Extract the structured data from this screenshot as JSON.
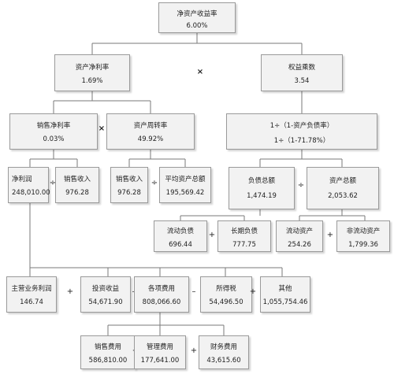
{
  "nodes": {
    "roe": {
      "label": "净资产收益率",
      "value": "6.00%"
    },
    "roa": {
      "label": "资产净利率",
      "value": "1.69%"
    },
    "em": {
      "label": "权益乘数",
      "value": "3.54"
    },
    "npm": {
      "label": "销售净利率",
      "value": "0.03%"
    },
    "tat": {
      "label": "资产周转率",
      "value": "49.92%"
    },
    "em_formula": {
      "label": "1÷（1-资产负债率）",
      "value": "1÷（1-71.78%）"
    },
    "np": {
      "label": "净利润",
      "value": "248,010.00"
    },
    "sales1": {
      "label": "销售收入",
      "value": "976.28"
    },
    "sales2": {
      "label": "销售收入",
      "value": "976.28"
    },
    "avg_assets": {
      "label": "平均资产总额",
      "value": "195,569.42"
    },
    "liab": {
      "label": "负债总额",
      "value": "1,474.19"
    },
    "assets": {
      "label": "资产总额",
      "value": "2,053.62"
    },
    "cur_liab": {
      "label": "流动负债",
      "value": "696.44"
    },
    "lt_liab": {
      "label": "长期负债",
      "value": "777.75"
    },
    "cur_assets": {
      "label": "流动资产",
      "value": "254.26"
    },
    "noncur_assets": {
      "label": "非流动资产",
      "value": "1,799.36"
    },
    "main_profit": {
      "label": "主营业务利润",
      "value": "146.74"
    },
    "invest": {
      "label": "投资收益",
      "value": "54,671.90"
    },
    "expenses": {
      "label": "各项费用",
      "value": "808,066.60"
    },
    "tax": {
      "label": "所得税",
      "value": "54,496.50"
    },
    "other": {
      "label": "其他",
      "value": "1,055,754.46"
    },
    "sell_exp": {
      "label": "销售费用",
      "value": "586,810.00"
    },
    "admin_exp": {
      "label": "管理费用",
      "value": "177,641.00"
    },
    "fin_exp": {
      "label": "财务费用",
      "value": "43,615.60"
    }
  },
  "operators": {
    "times": "×",
    "divide": "÷",
    "plus": "+",
    "minus": "–"
  }
}
